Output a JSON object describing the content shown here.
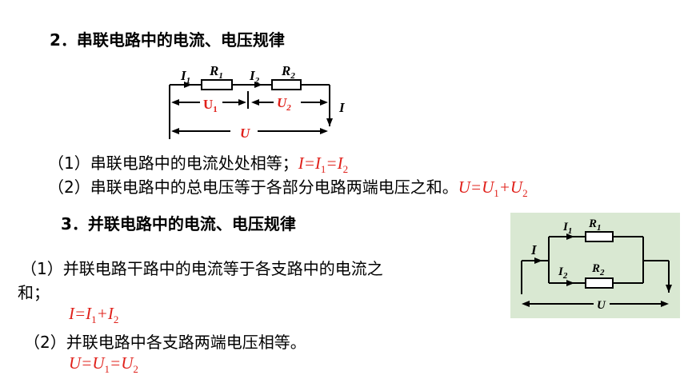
{
  "section2": {
    "heading": "2．串联电路中的电流、电压规律",
    "item1_text": "（1）串联电路中的电流处处相等；",
    "item1_formula": {
      "a": "I",
      "eq1": "=",
      "b": "I",
      "b_sub": "1",
      "eq2": "=",
      "c": "I",
      "c_sub": "2"
    },
    "item2_text": "（2）串联电路中的总电压等于各部分电路两端电压之和。",
    "item2_formula": {
      "a": "U",
      "eq1": "=",
      "b": "U",
      "b_sub": "1",
      "plus": "+",
      "c": "U",
      "c_sub": "2"
    }
  },
  "section3": {
    "heading": "3．并联电路中的电流、电压规律",
    "item1_text_line1": "（1）并联电路干路中的电流等于各支路中的电流之",
    "item1_text_line2": "和；",
    "item1_formula": {
      "a": "I",
      "eq1": "=",
      "b": "I",
      "b_sub": "1",
      "plus": "+",
      "c": "I",
      "c_sub": "2"
    },
    "item2_text": "（2）并联电路中各支路两端电压相等。",
    "item2_formula": {
      "a": "U",
      "eq1": "=",
      "b": "U",
      "b_sub": "1",
      "eq2": "=",
      "c": "U",
      "c_sub": "2"
    }
  },
  "series_circuit": {
    "i1": "I",
    "i1_sub": "1",
    "r1": "R",
    "r1_sub": "1",
    "i2": "I",
    "i2_sub": "2",
    "r2": "R",
    "r2_sub": "2",
    "u1": "U",
    "u1_sub": "1",
    "u2": "U",
    "u2_sub": "2",
    "i": "I",
    "u": "U"
  },
  "parallel_circuit": {
    "i": "I",
    "i1": "I",
    "i1_sub": "1",
    "r1": "R",
    "r1_sub": "1",
    "i2": "I",
    "i2_sub": "2",
    "r2": "R",
    "r2_sub": "2",
    "u": "U",
    "panel_color": "#d9e8d2"
  }
}
